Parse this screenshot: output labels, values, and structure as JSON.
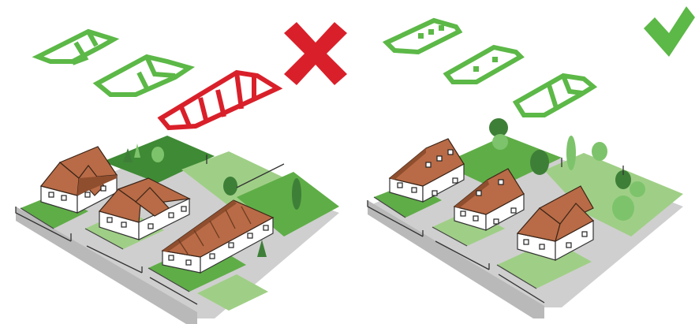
{
  "colors": {
    "good": "#5cb847",
    "bad": "#d9202a",
    "roof": "#b86b46",
    "roof_dark": "#8f4e2e",
    "wall": "#ffffff",
    "lawn": "#5fad47",
    "lawn_dark": "#3f8a35",
    "lawn_light": "#9fcf86",
    "pavement": "#cfcfcf",
    "pavement_dark": "#b9b9b9",
    "tree": "#3e7f38",
    "tree_light": "#7dc36b"
  },
  "left_panel": {
    "verdict": "incorrect",
    "verdict_icon": "cross-icon",
    "roof_outlines": [
      "gable-roof-outline",
      "gable-roof-outline",
      "long-dormer-roof-outline"
    ]
  },
  "right_panel": {
    "verdict": "correct",
    "verdict_icon": "check-icon",
    "roof_outlines": [
      "dormer-roof-outline",
      "dormer-roof-outline",
      "gable-roof-outline"
    ]
  }
}
